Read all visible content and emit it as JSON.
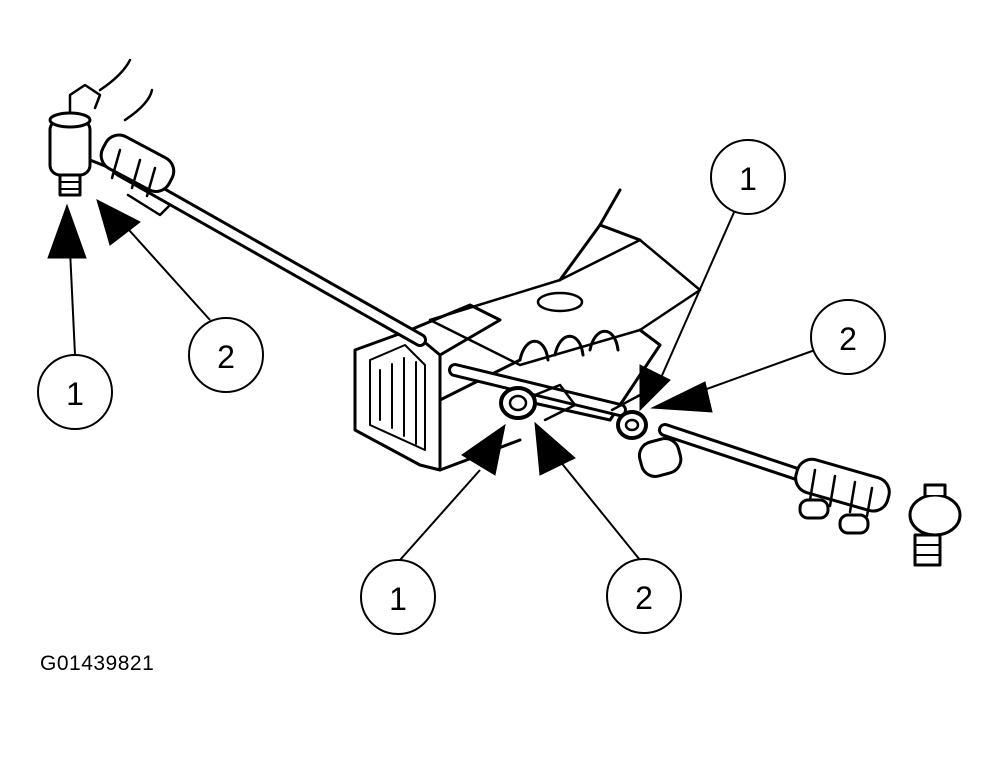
{
  "figure": {
    "id_label": "G01439821",
    "ink_color": "#000000",
    "paper_color": "#ffffff"
  },
  "callouts": [
    {
      "key": "c1",
      "label": "1"
    },
    {
      "key": "c2",
      "label": "2"
    },
    {
      "key": "c3",
      "label": "1"
    },
    {
      "key": "c4",
      "label": "2"
    },
    {
      "key": "c5",
      "label": "1"
    },
    {
      "key": "c6",
      "label": "2"
    }
  ]
}
